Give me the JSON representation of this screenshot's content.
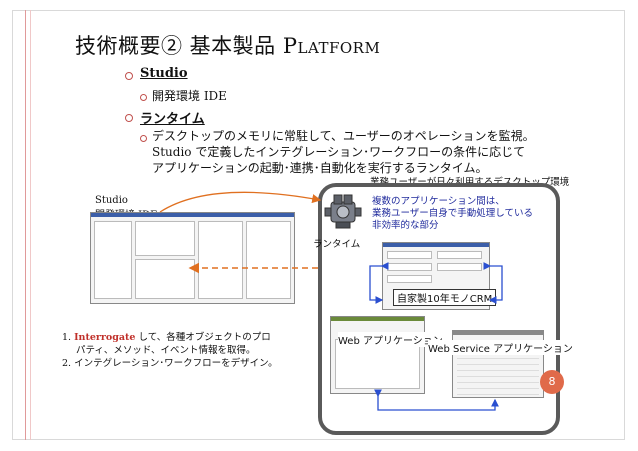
{
  "slide": {
    "title_prefix": "技術概要② 基本製品 ",
    "title_brand_first": "P",
    "title_brand_rest": "LATFORM",
    "page_number": "8"
  },
  "bullets": [
    {
      "label": "Studio",
      "subs": [
        "開発環境 IDE"
      ]
    },
    {
      "label": "ランタイム",
      "subs": [
        "デスクトップのメモリに常駐して、ユーザーのオペレーションを監視。",
        "Studio で定義したインテグレーション･ワークフローの条件に応じて",
        "アプリケーションの起動･連携･自動化を実行するランタイム。"
      ]
    }
  ],
  "diagram": {
    "studio_caption_line1": "Studio",
    "studio_caption_line2": "開発環境 IDE",
    "desktop_env_label": "業務ユーザーが日々利用するデスクトップ環境",
    "problem_lines": [
      "複数のアプリケーション間は、",
      "業務ユーザー自身で手動処理している",
      "非効率的な部分"
    ],
    "runtime_label": "ランタイム",
    "crm_label": "自家製10年モノCRM",
    "web_app_label": "Web アプリケーション",
    "webservice_label": "Web Service アプリケーション"
  },
  "steps": {
    "step1_num": "1.",
    "step1_keyword": "Interrogate",
    "step1_line1_rest": " して、各種オブジェクトのプロ",
    "step1_line2": "パティ、メソッド、イベント情報を取得。",
    "step2_num": "2.",
    "step2_text": "インテグレーション･ワークフローをデザイン。"
  },
  "colors": {
    "accent": "#c0504d",
    "blue_text": "#1f2a9c",
    "arrow_blue": "#2a4fd0",
    "arrow_orange": "#e07020",
    "box_border": "#5a5a5a"
  }
}
